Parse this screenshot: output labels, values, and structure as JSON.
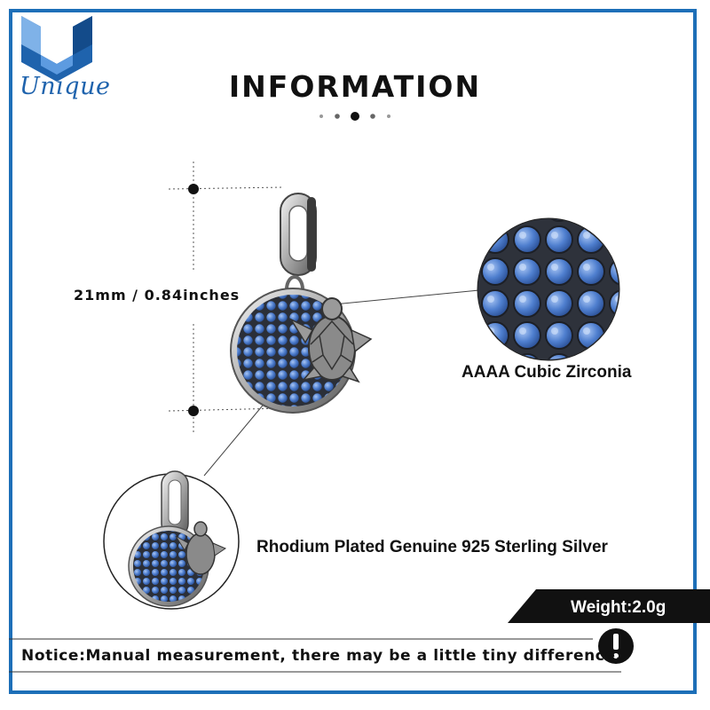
{
  "brand": {
    "logo_text": "Unique",
    "logo_icon": "u-cube-logo-icon"
  },
  "header": {
    "title": "INFORMATION"
  },
  "product": {
    "measurement": "21mm / 0.84inches",
    "stone_label": "AAAA Cubic Zirconia",
    "metal_label": "Rhodium Plated Genuine 925 Sterling Silver",
    "weight": "Weight:2.0g"
  },
  "notice": {
    "text": "Notice:Manual measurement, there may be a little tiny difference.",
    "icon": "exclamation-icon"
  },
  "colors": {
    "frame": "#1d6fb8",
    "stone": "#4a78c4",
    "banner": "#111111"
  }
}
